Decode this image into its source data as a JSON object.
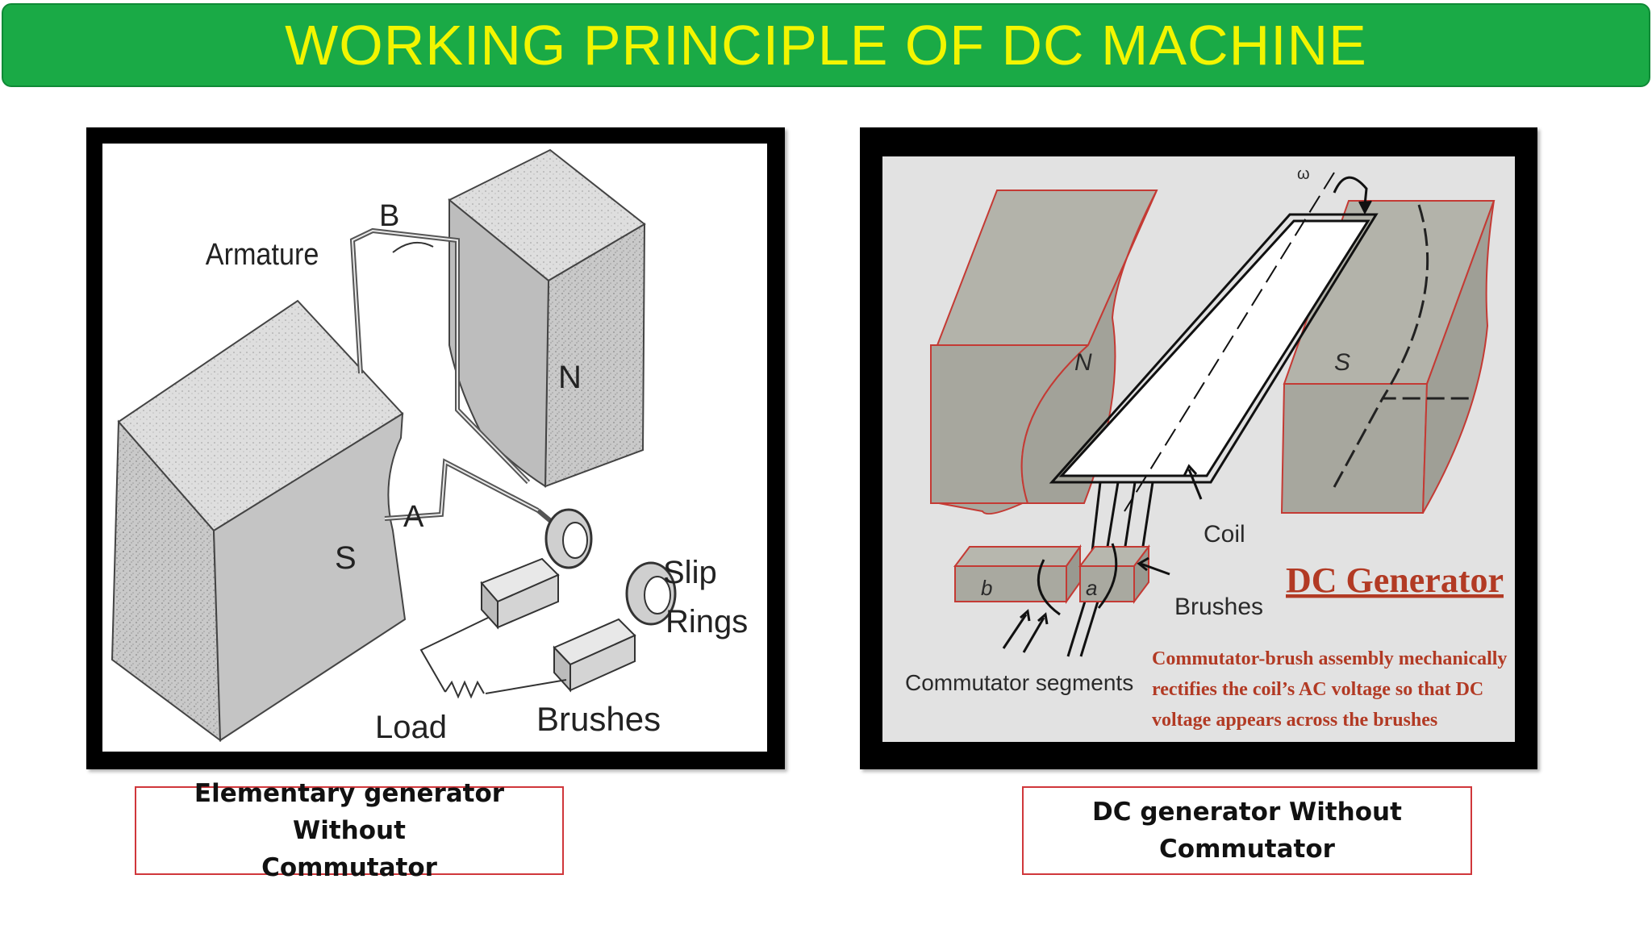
{
  "title": "WORKING PRINCIPLE OF DC MACHINE",
  "left_diagram": {
    "labels": {
      "armature": "Armature",
      "b": "B",
      "a": "A",
      "n": "N",
      "s": "S",
      "slip": "Slip",
      "rings": "Rings",
      "load": "Load",
      "brushes": "Brushes"
    },
    "caption": "Elementary generator Without\nCommutator"
  },
  "right_diagram": {
    "labels": {
      "omega": "ω",
      "n": "N",
      "s": "S",
      "coil": "Coil",
      "brush_a": "a",
      "brush_b": "b",
      "brushes": "Brushes",
      "commutator_segments": "Commutator segments",
      "heading": "DC Generator",
      "note_line1": "Commutator-brush assembly mechanically",
      "note_line2": "rectifies the coil’s AC voltage so that DC",
      "note_line3": "voltage appears across the brushes"
    },
    "caption": "DC generator Without\nCommutator"
  },
  "colors": {
    "title_bar": "#1aaa46",
    "title_text": "#f2f500",
    "caption_border": "#d0373b",
    "right_bg": "#e2e2e2",
    "pole_fill": "#a9a9a0",
    "pole_edge": "#c43a34"
  }
}
